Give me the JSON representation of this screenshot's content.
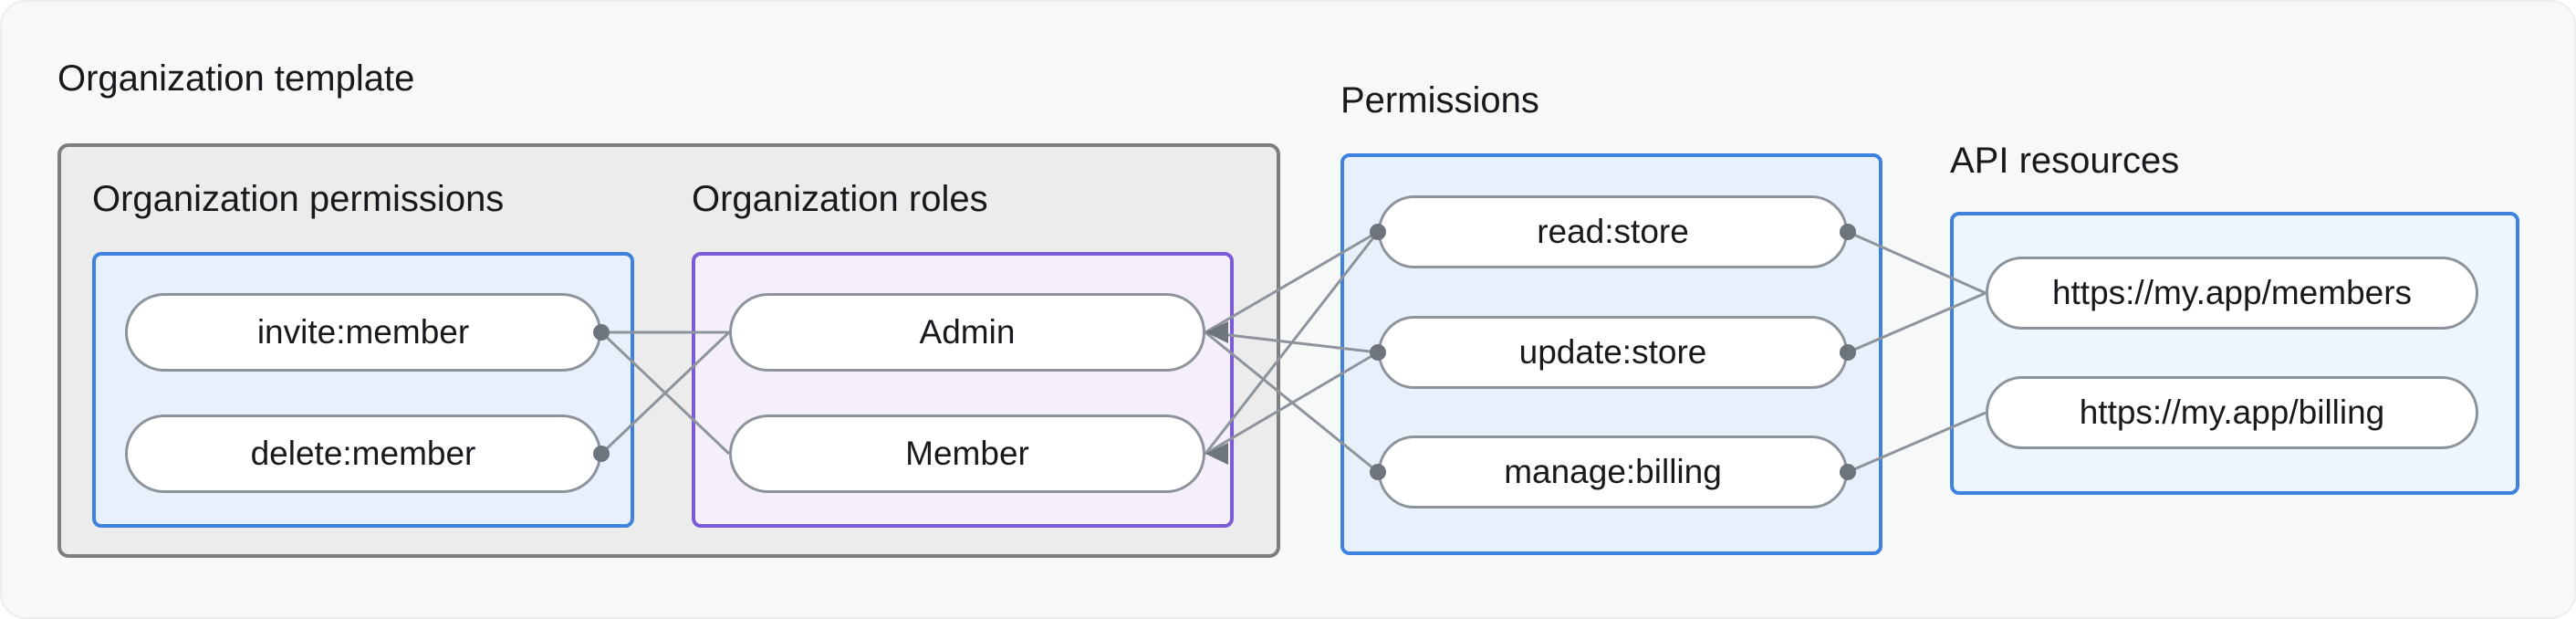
{
  "diagram": {
    "organization_template": {
      "label": "Organization template",
      "organization_permissions": {
        "label": "Organization permissions",
        "nodes": [
          "invite:member",
          "delete:member"
        ]
      },
      "organization_roles": {
        "label": "Organization roles",
        "nodes": [
          "Admin",
          "Member"
        ]
      }
    },
    "permissions": {
      "label": "Permissions",
      "nodes": [
        "read:store",
        "update:store",
        "manage:billing"
      ]
    },
    "api_resources": {
      "label": "API resources",
      "nodes": [
        "https://my.app/members",
        "https://my.app/billing"
      ]
    },
    "edges": [
      {
        "from": "invite:member",
        "to": "Admin"
      },
      {
        "from": "invite:member",
        "to": "Member"
      },
      {
        "from": "delete:member",
        "to": "Admin"
      },
      {
        "from": "read:store",
        "to": "Admin"
      },
      {
        "from": "update:store",
        "to": "Admin"
      },
      {
        "from": "manage:billing",
        "to": "Admin"
      },
      {
        "from": "read:store",
        "to": "Member"
      },
      {
        "from": "update:store",
        "to": "Member"
      },
      {
        "from": "read:store",
        "to": "https://my.app/members"
      },
      {
        "from": "update:store",
        "to": "https://my.app/members"
      },
      {
        "from": "manage:billing",
        "to": "https://my.app/billing"
      }
    ],
    "colors": {
      "page_bg": "#f7f8f8",
      "template_box_bg": "#ececec",
      "template_box_border": "#7e7e7e",
      "blue_box_bg": "#e8f1fb",
      "blue_border": "#3d82dd",
      "purple_box_bg": "#f5effc",
      "purple_border": "#7c5cd6",
      "api_box_bg": "#eef5fd",
      "pill_bg": "#ffffff",
      "pill_border": "#8d939a",
      "edge_line": "#8e949b",
      "edge_dot": "#6e747b",
      "text": "#17191c"
    }
  }
}
